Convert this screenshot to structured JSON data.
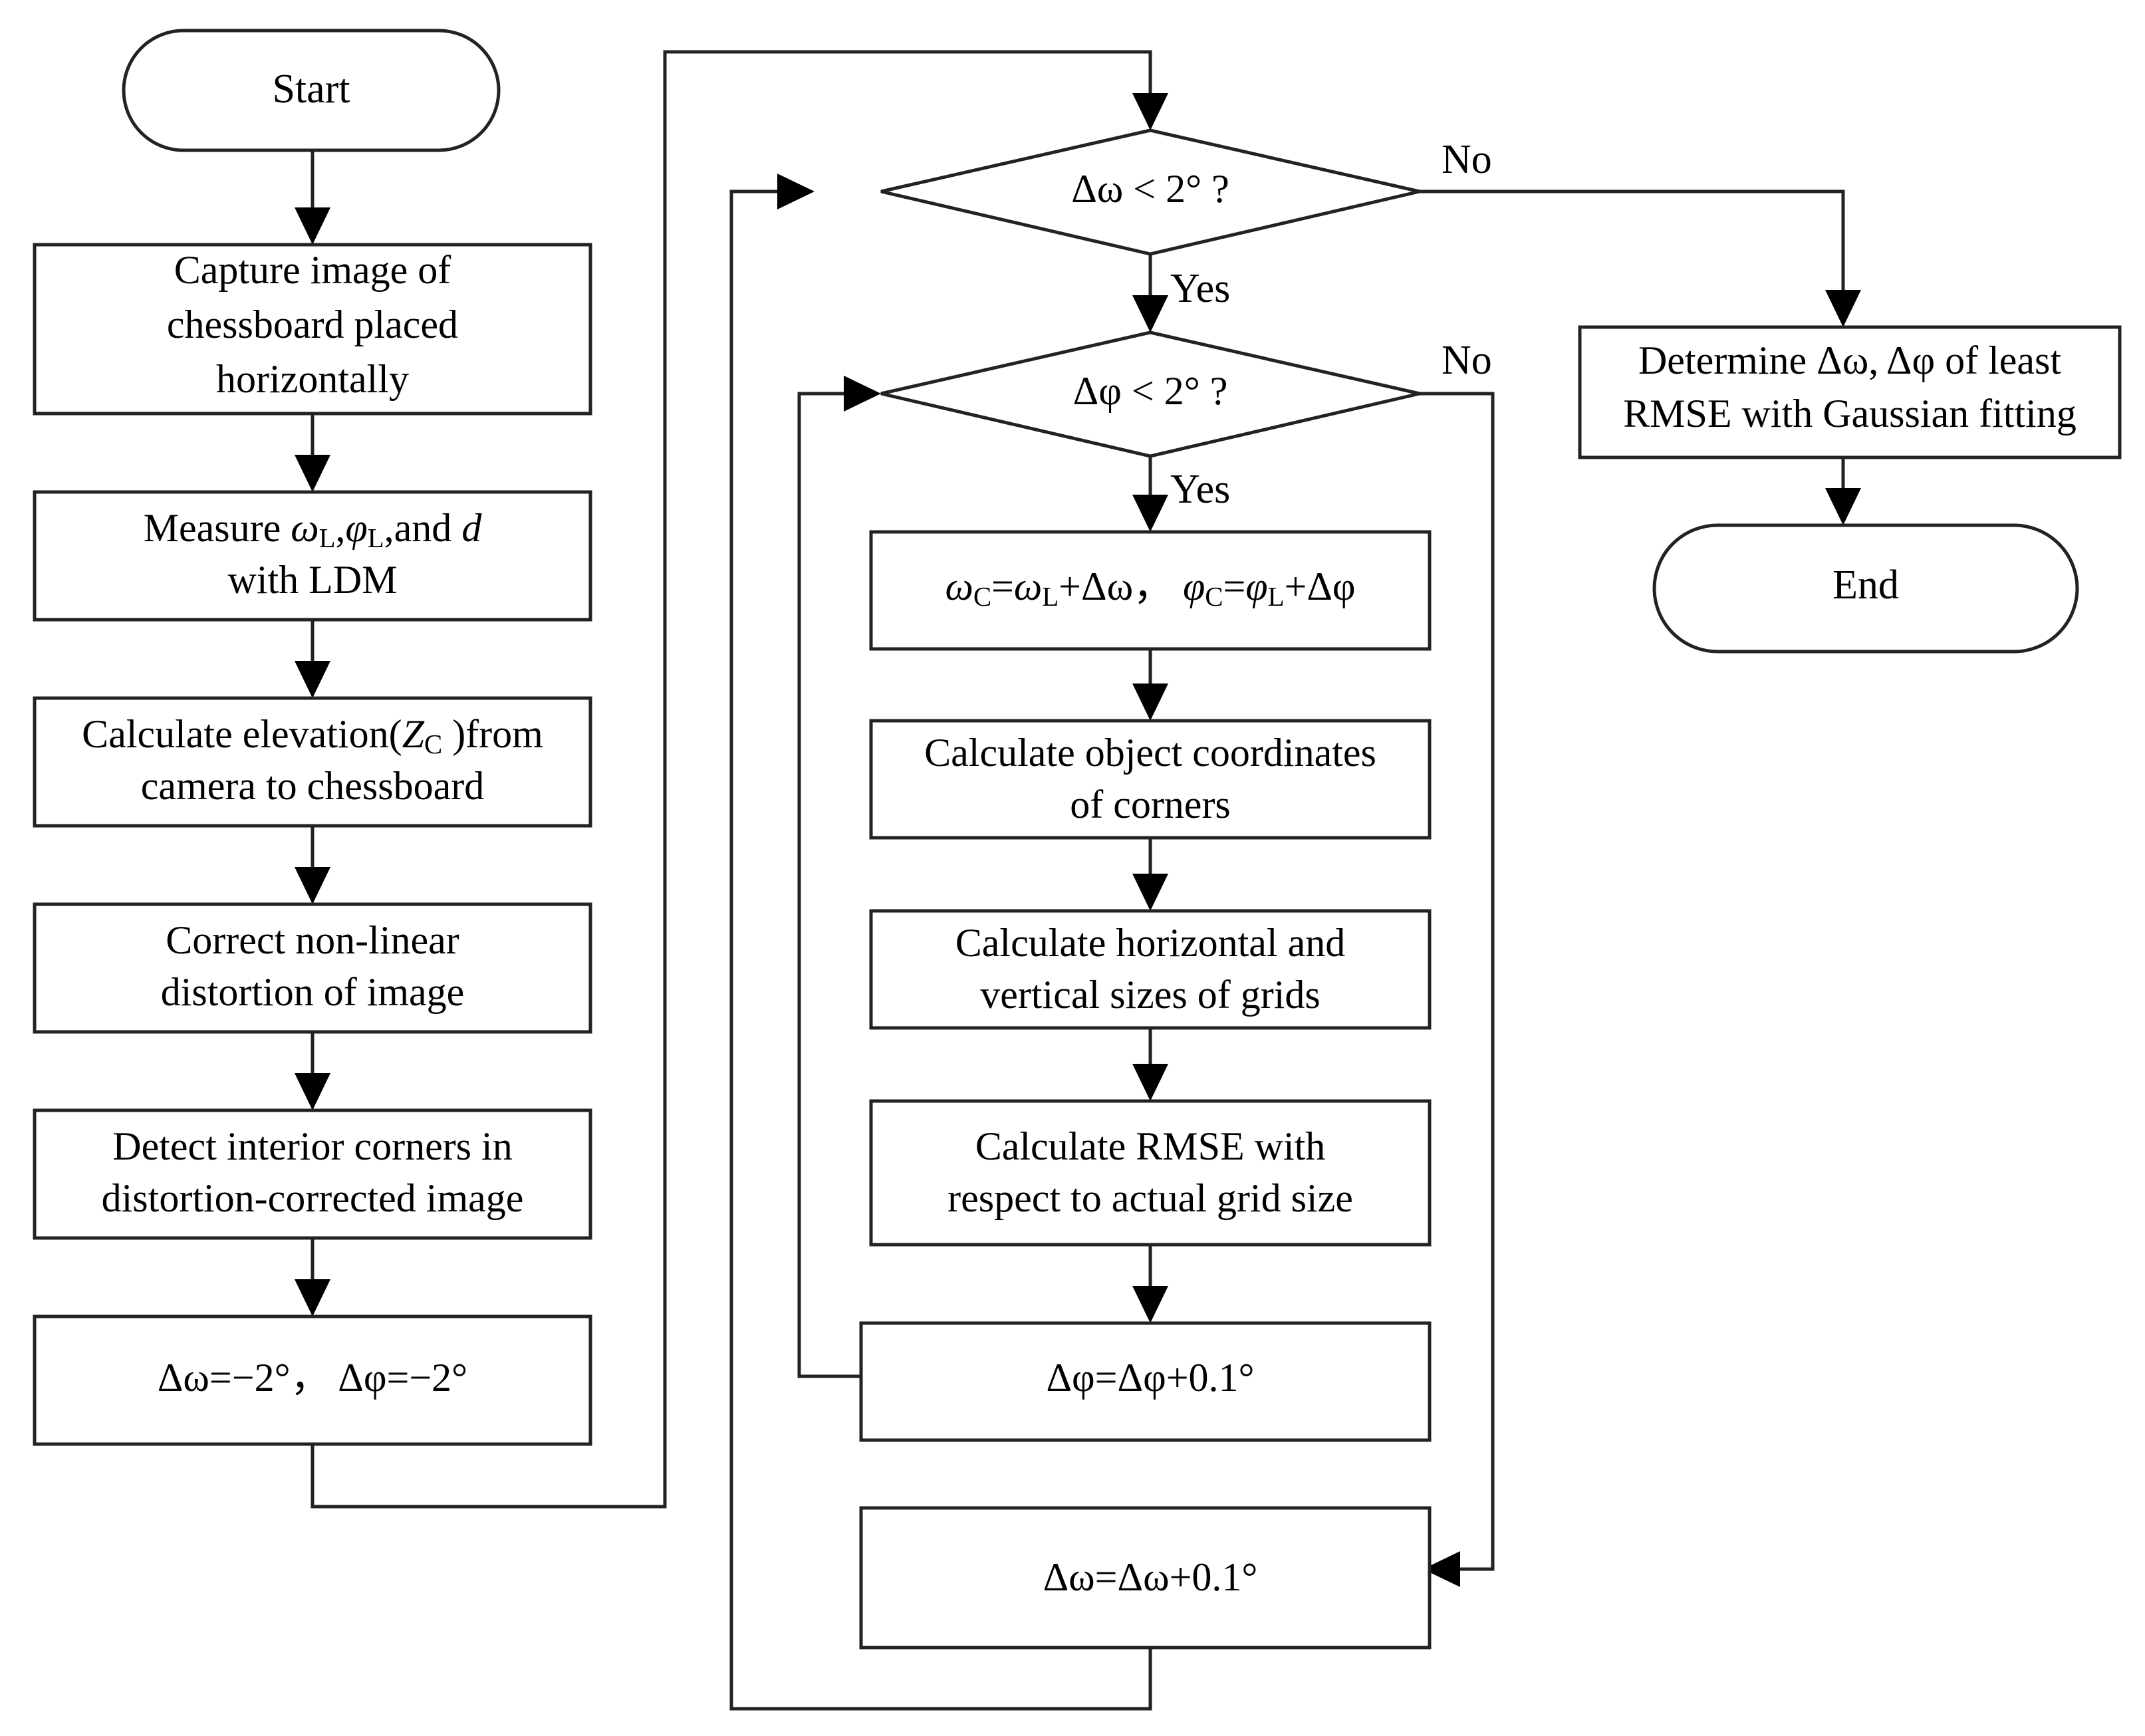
{
  "diagram": {
    "title": "Camera attitude calibration flowchart",
    "type": "flowchart",
    "background_color": "#ffffff",
    "line_color": "#222222",
    "text_color": "#000000"
  },
  "nodes": {
    "start": {
      "id": "start",
      "shape": "terminator",
      "label": "Start"
    },
    "capture": {
      "id": "capture",
      "shape": "process",
      "line1": "Capture image of",
      "line2": "chessboard placed",
      "line3": "horizontally"
    },
    "measure": {
      "id": "measure",
      "shape": "process",
      "line1_pre": "Measure ",
      "line1_omega": "ω",
      "line1_omega_sub": "L",
      "line1_comma": ",",
      "line1_phi": "φ",
      "line1_phi_sub": "L",
      "line1_and": ",and ",
      "line1_d": "d",
      "line2": "with LDM"
    },
    "elevation": {
      "id": "elevation",
      "shape": "process",
      "line1_pre": "Calculate elevation(",
      "line1_z": "Z",
      "line1_z_sub": "C",
      "line1_post": " )from",
      "line2": "camera to chessboard"
    },
    "distortion": {
      "id": "distortion",
      "shape": "process",
      "line1": "Correct non-linear",
      "line2": "distortion of image"
    },
    "corners": {
      "id": "corners",
      "shape": "process",
      "line1": "Detect interior corners in",
      "line2": "distortion-corrected image"
    },
    "init": {
      "id": "init",
      "shape": "process",
      "line1": "Δω=−2°，   Δφ=−2°"
    },
    "dec_omega": {
      "id": "dec_omega",
      "shape": "decision",
      "label": "Δω < 2° ?"
    },
    "dec_phi": {
      "id": "dec_phi",
      "shape": "decision",
      "label": "Δφ < 2° ?"
    },
    "assign": {
      "id": "assign",
      "shape": "process",
      "omega_c": "ω",
      "omega_c_sub": "C",
      "eq1": "=",
      "omega_l": "ω",
      "omega_l_sub": "L",
      "plus1": "+Δω，  ",
      "phi_c": "φ",
      "phi_c_sub": "C",
      "eq2": "=",
      "phi_l": "φ",
      "phi_l_sub": "L",
      "plus2": "+Δφ"
    },
    "objcoord": {
      "id": "objcoord",
      "shape": "process",
      "line1": "Calculate object coordinates",
      "line2": "of corners"
    },
    "gridsize": {
      "id": "gridsize",
      "shape": "process",
      "line1": "Calculate horizontal and",
      "line2": "vertical sizes of grids"
    },
    "rmse": {
      "id": "rmse",
      "shape": "process",
      "line1": "Calculate RMSE with",
      "line2": "respect to actual grid size"
    },
    "incr_phi": {
      "id": "incr_phi",
      "shape": "process",
      "line1": "Δφ=Δφ+0.1°"
    },
    "incr_omega": {
      "id": "incr_omega",
      "shape": "process",
      "line1": "Δω=Δω+0.1°"
    },
    "determine": {
      "id": "determine",
      "shape": "process",
      "line1": "Determine Δω, Δφ of least",
      "line2": "RMSE with Gaussian fitting"
    },
    "end": {
      "id": "end",
      "shape": "terminator",
      "label": "End"
    }
  },
  "edge_labels": {
    "omega_no": "No",
    "omega_yes": "Yes",
    "phi_no": "No",
    "phi_yes": "Yes"
  },
  "edges": [
    {
      "from": "start",
      "to": "capture",
      "label": ""
    },
    {
      "from": "capture",
      "to": "measure",
      "label": ""
    },
    {
      "from": "measure",
      "to": "elevation",
      "label": ""
    },
    {
      "from": "elevation",
      "to": "distortion",
      "label": ""
    },
    {
      "from": "distortion",
      "to": "corners",
      "label": ""
    },
    {
      "from": "corners",
      "to": "init",
      "label": ""
    },
    {
      "from": "init",
      "to": "dec_omega",
      "label": ""
    },
    {
      "from": "dec_omega",
      "to": "determine",
      "label": "No"
    },
    {
      "from": "dec_omega",
      "to": "dec_phi",
      "label": "Yes"
    },
    {
      "from": "dec_phi",
      "to": "incr_omega",
      "label": "No"
    },
    {
      "from": "dec_phi",
      "to": "assign",
      "label": "Yes"
    },
    {
      "from": "assign",
      "to": "objcoord",
      "label": ""
    },
    {
      "from": "objcoord",
      "to": "gridsize",
      "label": ""
    },
    {
      "from": "gridsize",
      "to": "rmse",
      "label": ""
    },
    {
      "from": "rmse",
      "to": "incr_phi",
      "label": ""
    },
    {
      "from": "incr_phi",
      "to": "dec_phi",
      "label": ""
    },
    {
      "from": "incr_omega",
      "to": "dec_omega",
      "label": ""
    },
    {
      "from": "determine",
      "to": "end",
      "label": ""
    }
  ]
}
